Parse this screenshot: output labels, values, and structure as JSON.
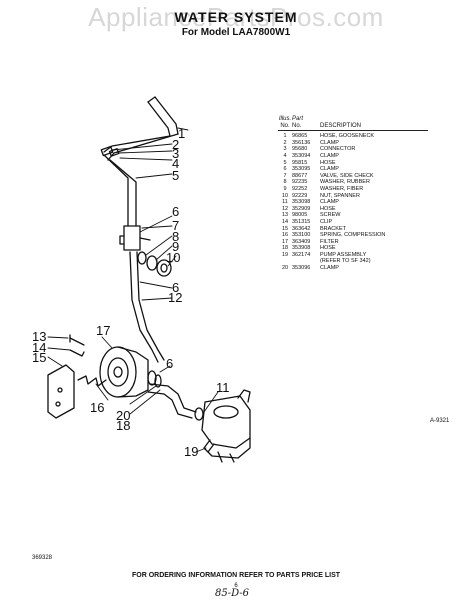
{
  "watermark": "AppliancePartsPros.com",
  "title": "WATER SYSTEM",
  "subtitle": "For Model LAA7800W1",
  "table": {
    "header_top": [
      "Illus.",
      "Part"
    ],
    "header_bottom": [
      "No.",
      "No.",
      "DESCRIPTION"
    ],
    "rows": [
      {
        "illus": "1",
        "part": "96865",
        "desc": "HOSE, GOOSENECK"
      },
      {
        "illus": "2",
        "part": "356136",
        "desc": "CLAMP"
      },
      {
        "illus": "3",
        "part": "95680",
        "desc": "CONNECTOR"
      },
      {
        "illus": "4",
        "part": "353094",
        "desc": "CLAMP"
      },
      {
        "illus": "5",
        "part": "95815",
        "desc": "HOSE"
      },
      {
        "illus": "6",
        "part": "353095",
        "desc": "CLAMP"
      },
      {
        "illus": "7",
        "part": "88677",
        "desc": "VALVE, SIDE CHECK"
      },
      {
        "illus": "8",
        "part": "92235",
        "desc": "WASHER, RUBBER"
      },
      {
        "illus": "9",
        "part": "92252",
        "desc": "WASHER, FIBER"
      },
      {
        "illus": "10",
        "part": "92229",
        "desc": "NUT, SPANNER"
      },
      {
        "illus": "11",
        "part": "353098",
        "desc": "CLAMP"
      },
      {
        "illus": "12",
        "part": "352909",
        "desc": "HOSE"
      },
      {
        "illus": "13",
        "part": "98005",
        "desc": "SCREW"
      },
      {
        "illus": "14",
        "part": "351315",
        "desc": "CLIP"
      },
      {
        "illus": "15",
        "part": "363642",
        "desc": "BRACKET"
      },
      {
        "illus": "16",
        "part": "353100",
        "desc": "SPRING, COMPRESSION"
      },
      {
        "illus": "17",
        "part": "363409",
        "desc": "FILTER"
      },
      {
        "illus": "18",
        "part": "353908",
        "desc": "HOSE"
      },
      {
        "illus": "19",
        "part": "362174",
        "desc": "PUMP ASSEMBLY"
      },
      {
        "illus": "",
        "part": "",
        "desc": "(REFER TO SF 342)"
      },
      {
        "illus": "20",
        "part": "353096",
        "desc": "CLAMP"
      }
    ]
  },
  "callouts": {
    "c1": "1",
    "c2": "2",
    "c3": "3",
    "c4": "4",
    "c5": "5",
    "c6a": "6",
    "c7": "7",
    "c8": "8",
    "c9": "9",
    "c10": "10",
    "c6b": "6",
    "c12": "12",
    "c13": "13",
    "c14": "14",
    "c15": "15",
    "c17": "17",
    "c6c": "6",
    "c16": "16",
    "c20": "20",
    "c18": "18",
    "c11": "11",
    "c19": "19"
  },
  "figure_label": "A-9321",
  "catalog_number": "369328",
  "footer": "FOR ORDERING INFORMATION REFER TO PARTS PRICE LIST",
  "page_number": "6",
  "handwritten_note": "85-D-6"
}
